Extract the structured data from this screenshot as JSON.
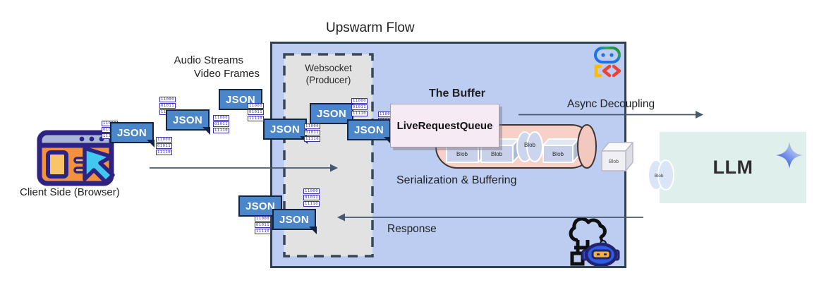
{
  "title": "Upswarm Flow",
  "client": {
    "label": "Client Side (Browser)"
  },
  "stream_labels": {
    "audio": "Audio Streams",
    "video": "Video Frames"
  },
  "flow_box": {
    "websocket": {
      "line1": "Websocket",
      "line2": "(Producer)"
    },
    "buffer": {
      "title": "The Buffer",
      "queue_label": "LiveRequestQueue",
      "caption": "Serialization & Buffering"
    },
    "async_label": "Async Decoupling",
    "response_label": "Response"
  },
  "llm": {
    "label": "LLM"
  },
  "json_tag": {
    "label": "JSON"
  },
  "binary_icon": {
    "rows": [
      "11000",
      "01011",
      "11110"
    ]
  },
  "blob_label": "Blob",
  "icons": {
    "client": "browser-cursor-icon",
    "flow_top_right": "adk-robot-logo",
    "flow_bottom": "cloud-robot-icon",
    "llm": "gemini-sparkle-icon",
    "data": "json-file-tag",
    "payload": "binary-data-icon"
  },
  "colors": {
    "flow_box_fill": "#bccdf1",
    "flow_box_border": "#2f4055",
    "websocket_fill": "#e2e2e2",
    "json_tag_fill": "#4a86c9",
    "queue_fill": "#f6ebf4",
    "pipe_fill": "#f7d0c7",
    "llm_fill": "#dff0ec",
    "blob_fill": "#c9d2e9",
    "arrow": "#44596e"
  }
}
